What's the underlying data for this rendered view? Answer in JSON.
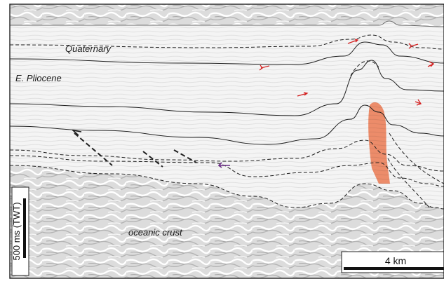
{
  "labels": {
    "quaternary": "Quaternary",
    "pliocene": "E. Pliocene",
    "crust": "oceanic crust"
  },
  "scale_bars": {
    "vertical": "500 ms (TWT)",
    "horizontal": "4 km"
  },
  "colors": {
    "quaternary": "#f4f4f4",
    "pliocene": "#f3ebe4",
    "pale_yellow": "#f1ecd2",
    "light_green": "#bed6b6",
    "dark_green": "#8fb493",
    "salt_orange": "#ec8c6a",
    "basal_yellow": "#e6dcb5",
    "crust_gray": "#d8d8d8",
    "arrow_red": "#d42020",
    "arrow_purple": "#6b2f86"
  }
}
